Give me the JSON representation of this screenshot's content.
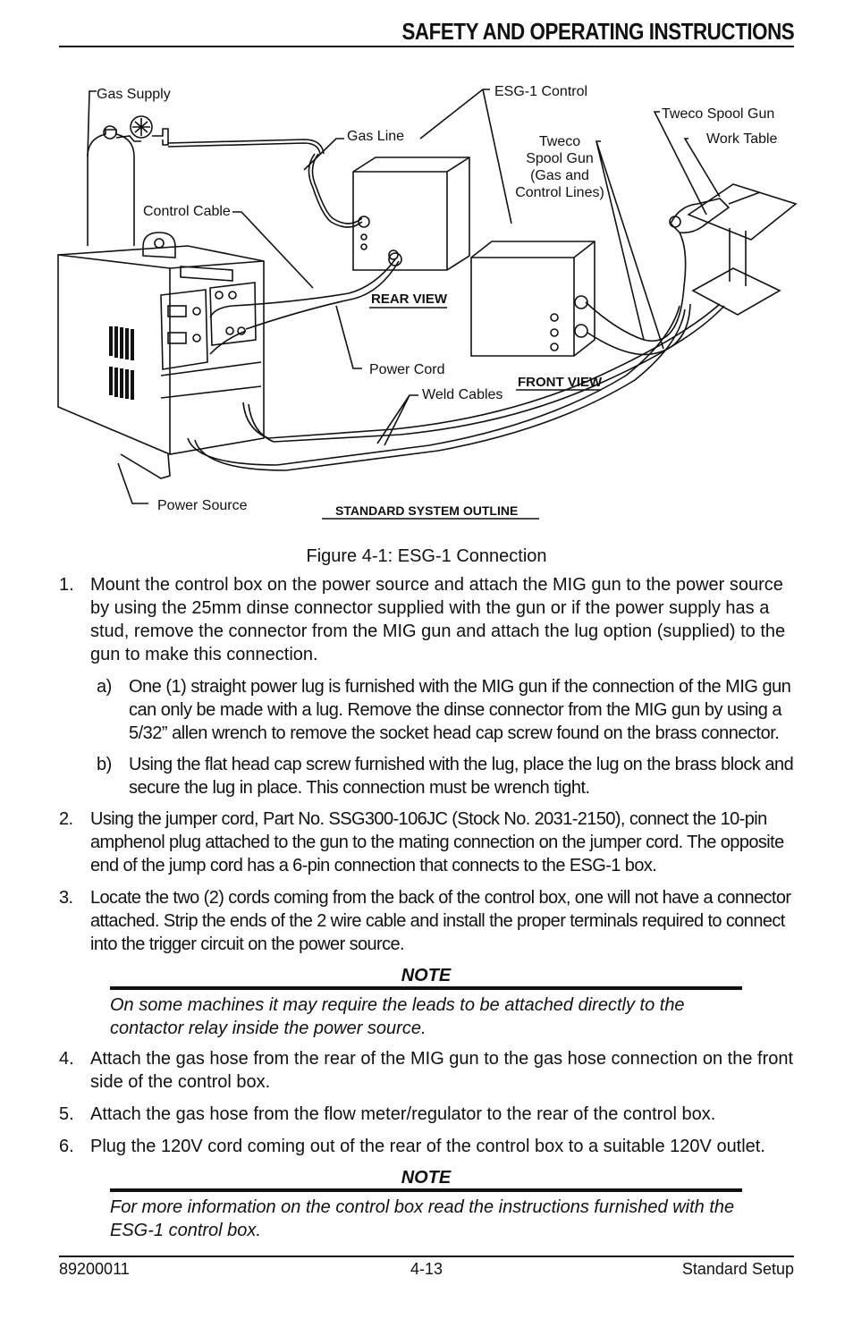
{
  "header": {
    "title": "SAFETY AND OPERATING INSTRUCTIONS"
  },
  "figure": {
    "labels": {
      "gas_supply": "Gas Supply",
      "esg_control": "ESG-1 Control",
      "tweco_spool_gun": "Tweco Spool Gun",
      "work_table": "Work Table",
      "gas_line": "Gas Line",
      "tweco_lines_1": "Tweco",
      "tweco_lines_2": "Spool Gun",
      "tweco_lines_3": "(Gas and",
      "tweco_lines_4": "Control Lines)",
      "control_cable": "Control Cable",
      "rear_view": "REAR VIEW",
      "power_cord": "Power Cord",
      "front_view": "FRONT VIEW",
      "weld_cables": "Weld Cables",
      "power_source": "Power Source",
      "outline": "STANDARD SYSTEM OUTLINE"
    },
    "caption": "Figure 4-1: ESG-1 Connection"
  },
  "steps": [
    {
      "num": "1.",
      "text": "Mount the control box on the power source and attach the MIG gun to the power source by using the 25mm dinse connector supplied with the gun or if the power supply has a stud, remove the connector from the MIG gun and attach the lug option (supplied) to the gun to make this connection."
    },
    {
      "num": "a)",
      "text": "One (1) straight power lug is furnished with the MIG gun if the connection of the MIG gun can only be made with a lug.  Remove the dinse connector from the MIG gun by using a 5/32” allen wrench to remove the socket head cap screw found on the brass connector."
    },
    {
      "num": "b)",
      "text": "Using the flat head cap screw furnished with the lug, place the lug on the brass block and secure the lug in place.  This connection must be wrench tight."
    },
    {
      "num": "2.",
      "text": "Using the jumper cord, Part No. SSG300-106JC (Stock No. 2031-2150), connect the 10-pin amphenol plug attached to the gun to the mating connection on the jumper cord.  The opposite end of the jump cord has a 6-pin connection that connects to the ESG-1 box."
    },
    {
      "num": "3.",
      "text": "Locate the two (2) cords coming from the back of the control box, one will not have a connector attached. Strip the ends of the 2 wire cable and install the proper terminals required to connect into the trigger circuit on the power source."
    },
    {
      "num": "4.",
      "text": "Attach the gas hose from the rear of the MIG gun to the gas hose connection on the front side of the control box."
    },
    {
      "num": "5.",
      "text": "Attach the gas hose from the flow meter/regulator to the rear of the control box."
    },
    {
      "num": "6.",
      "text": "Plug the 120V cord coming out of the rear of the control box to a suitable 120V outlet."
    }
  ],
  "notes": [
    {
      "heading": "NOTE",
      "text": "On some machines it may require the leads to be attached directly to the contactor relay inside the power source."
    },
    {
      "heading": "NOTE",
      "text": "For more information on the control box read the instructions furnished with the ESG-1 control box."
    }
  ],
  "footer": {
    "left": "89200011",
    "center": "4-13",
    "right": "Standard Setup"
  }
}
